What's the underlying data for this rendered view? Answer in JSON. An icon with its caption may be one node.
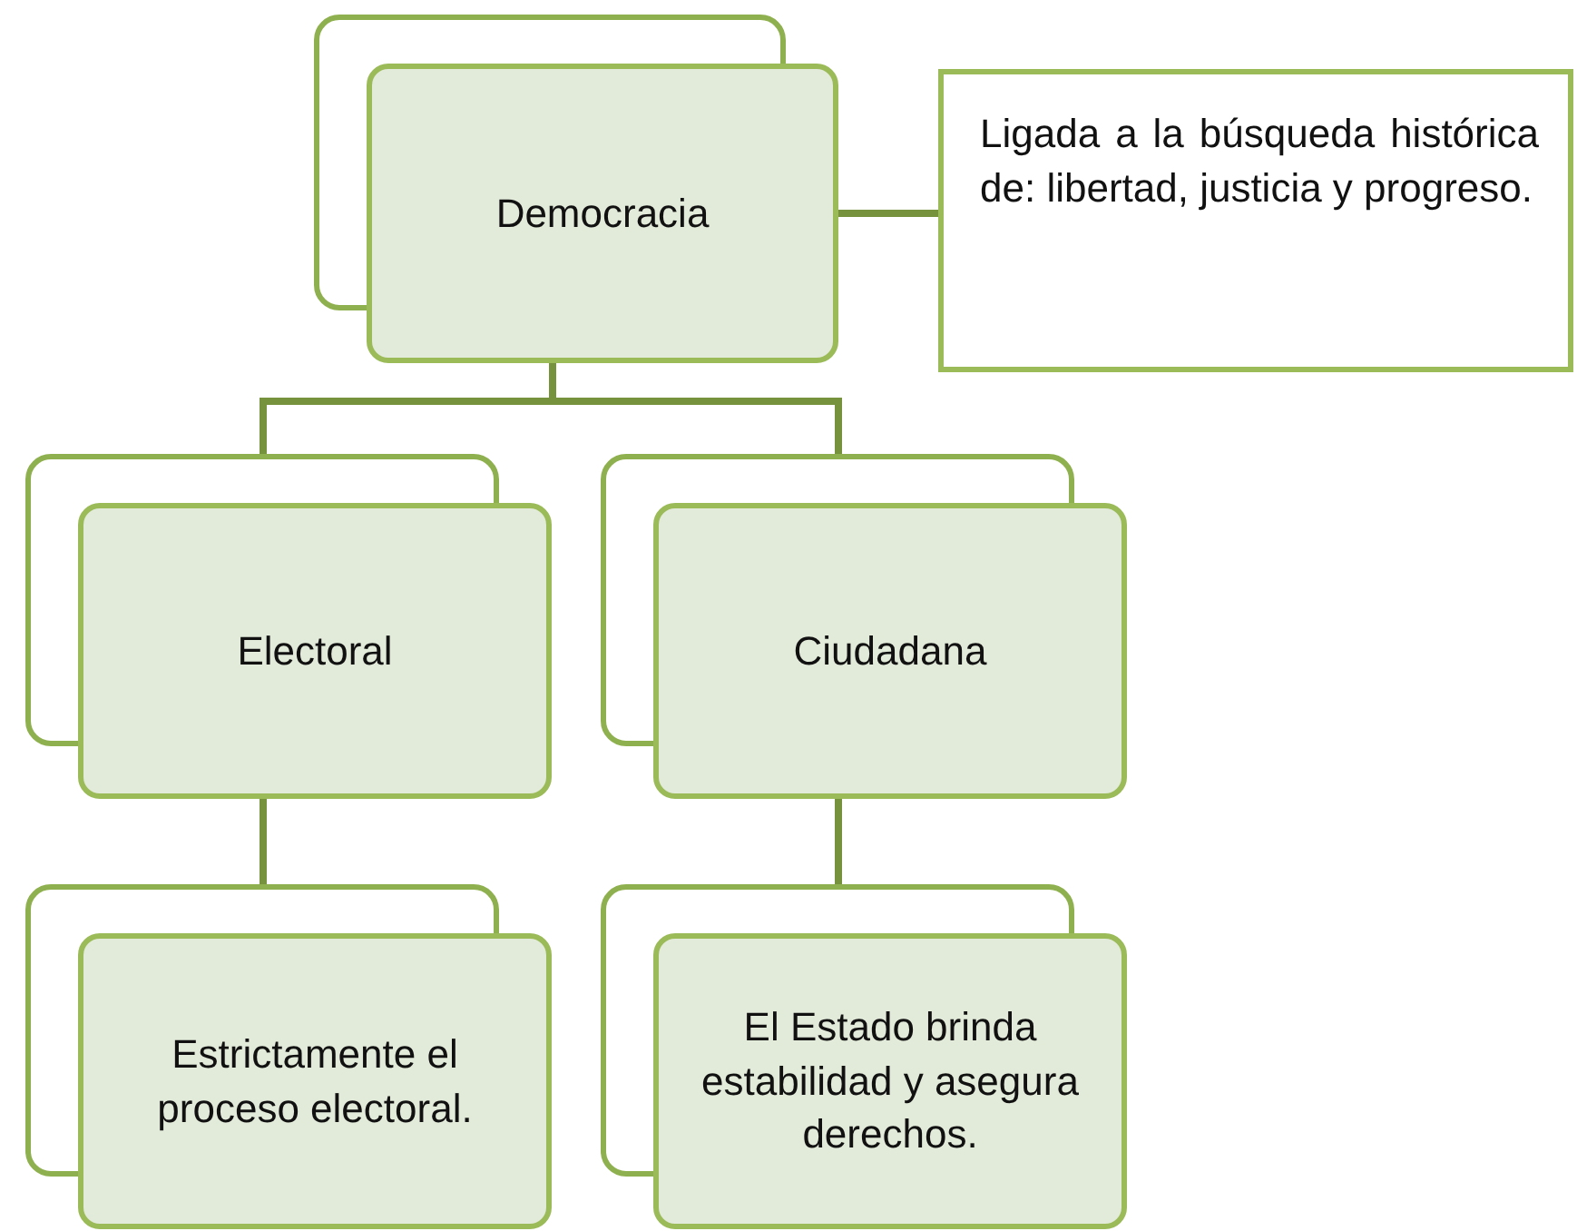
{
  "diagram": {
    "nodes": [
      {
        "text": [
          "Democracia"
        ]
      },
      {
        "text": [
          "Electoral"
        ]
      },
      {
        "text": [
          "Ciudadana"
        ]
      },
      {
        "text": [
          "Estrictamente el proceso electoral."
        ]
      },
      {
        "text": [
          "El Estado brinda estabilidad y asegura derechos."
        ]
      },
      {
        "text": [
          "Ligada a la búsqueda histórica de: libertad, justicia y progreso."
        ]
      }
    ],
    "edges": [
      {
        "from": 0,
        "to": 1,
        "arrow": "none"
      },
      {
        "from": 0,
        "to": 2,
        "arrow": "none"
      },
      {
        "from": 1,
        "to": 3,
        "arrow": "none"
      },
      {
        "from": 2,
        "to": 4,
        "arrow": "none"
      },
      {
        "from": 0,
        "to": 5,
        "arrow": "none"
      }
    ]
  }
}
